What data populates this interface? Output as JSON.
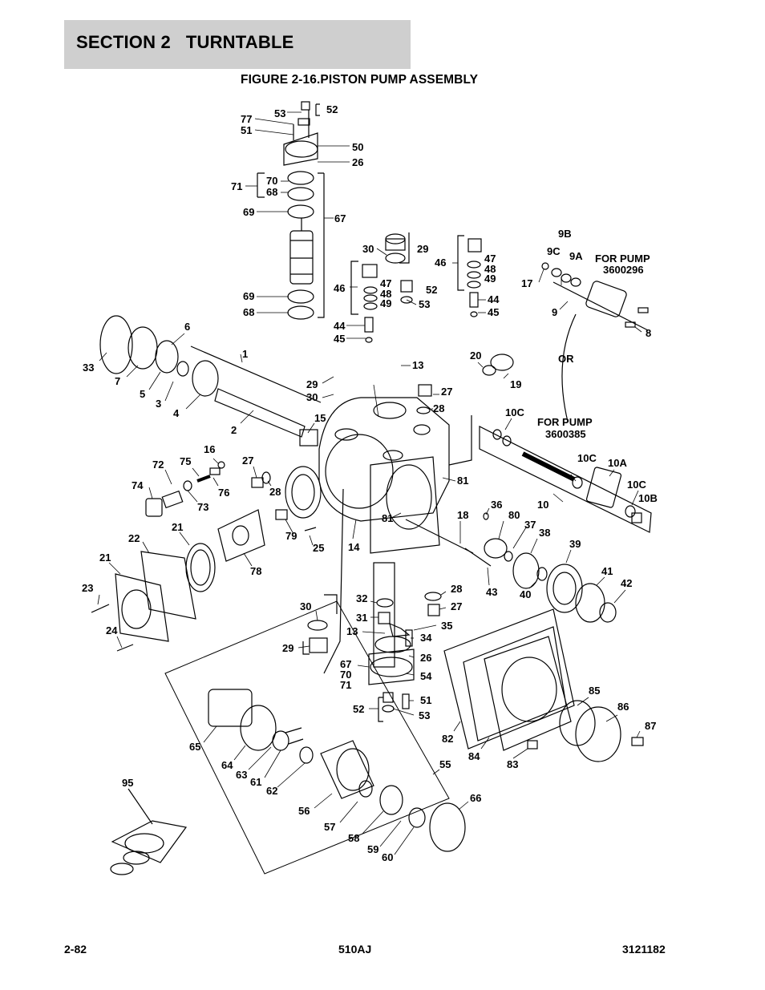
{
  "header": {
    "section": "SECTION 2   TURNTABLE",
    "figure_title": "FIGURE 2-16.PISTON PUMP ASSEMBLY"
  },
  "diagram": {
    "notes": [
      [
        "FOR PUMP",
        "3600296"
      ],
      [
        "FOR PUMP",
        "3600385"
      ]
    ],
    "or_label": "OR",
    "callouts": [
      "52",
      "53",
      "77",
      "51",
      "50",
      "26",
      "70",
      "68",
      "71",
      "69",
      "67",
      "69",
      "68",
      "30",
      "29",
      "46",
      "47",
      "48",
      "49",
      "52",
      "53",
      "44",
      "45",
      "46",
      "47",
      "48",
      "49",
      "44",
      "45",
      "9B",
      "9C",
      "9A",
      "17",
      "9",
      "8",
      "6",
      "33",
      "7",
      "5",
      "3",
      "4",
      "1",
      "2",
      "13",
      "20",
      "19",
      "29",
      "30",
      "27",
      "28",
      "15",
      "OR",
      "10C",
      "10C",
      "10A",
      "10C",
      "10B",
      "10",
      "16",
      "72",
      "75",
      "74",
      "73",
      "76",
      "27",
      "28",
      "81",
      "36",
      "80",
      "18",
      "37",
      "38",
      "81",
      "79",
      "25",
      "14",
      "22",
      "21",
      "21",
      "78",
      "39",
      "41",
      "42",
      "40",
      "43",
      "23",
      "24",
      "32",
      "31",
      "13",
      "28",
      "27",
      "35",
      "34",
      "30",
      "29",
      "26",
      "54",
      "67",
      "70",
      "71",
      "51",
      "52",
      "53",
      "82",
      "84",
      "83",
      "85",
      "86",
      "87",
      "65",
      "64",
      "63",
      "61",
      "62",
      "55",
      "56",
      "57",
      "58",
      "59",
      "60",
      "66",
      "95"
    ]
  },
  "footer": {
    "page": "2-82",
    "model": "510AJ",
    "doc_number": "3121182"
  }
}
